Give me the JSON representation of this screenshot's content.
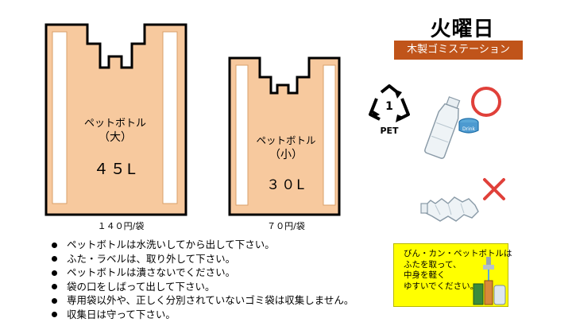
{
  "header": {
    "day": "火曜日",
    "station": "木製ゴミステーション"
  },
  "bags": {
    "large": {
      "name": "ペットボトル",
      "size": "（大）",
      "capacity": "４５L",
      "price": "１４０円/袋"
    },
    "small": {
      "name": "ペットボトル",
      "size": "（小）",
      "capacity": "３０L",
      "price": "７０円/袋"
    }
  },
  "recycle": {
    "label": "PET",
    "number": "1"
  },
  "examples": {
    "ok_symbol": "○",
    "ng_symbol": "×",
    "cap_text": "Drink"
  },
  "rules": [
    "ペットボトルは水洗いしてから出して下さい。",
    "ふた・ラベルは、取り外して下さい。",
    "ペットボトルは潰さないでください。",
    "袋の口をしばって出して下さい。",
    "専用袋以外や、正しく分別されていないゴミ袋は収集しません。",
    "収集日は守って下さい。"
  ],
  "note": {
    "lines": [
      "びん・カン・ペットボトルは",
      "ふたを取って、",
      "中身を軽く",
      "ゆすいでください。"
    ]
  },
  "colors": {
    "bag_fill": "#f7c99e",
    "bag_border": "#000000",
    "badge": "#c0541a",
    "circle": "#e0403a",
    "cross": "#e0403a",
    "note_bg": "#ffff00"
  }
}
